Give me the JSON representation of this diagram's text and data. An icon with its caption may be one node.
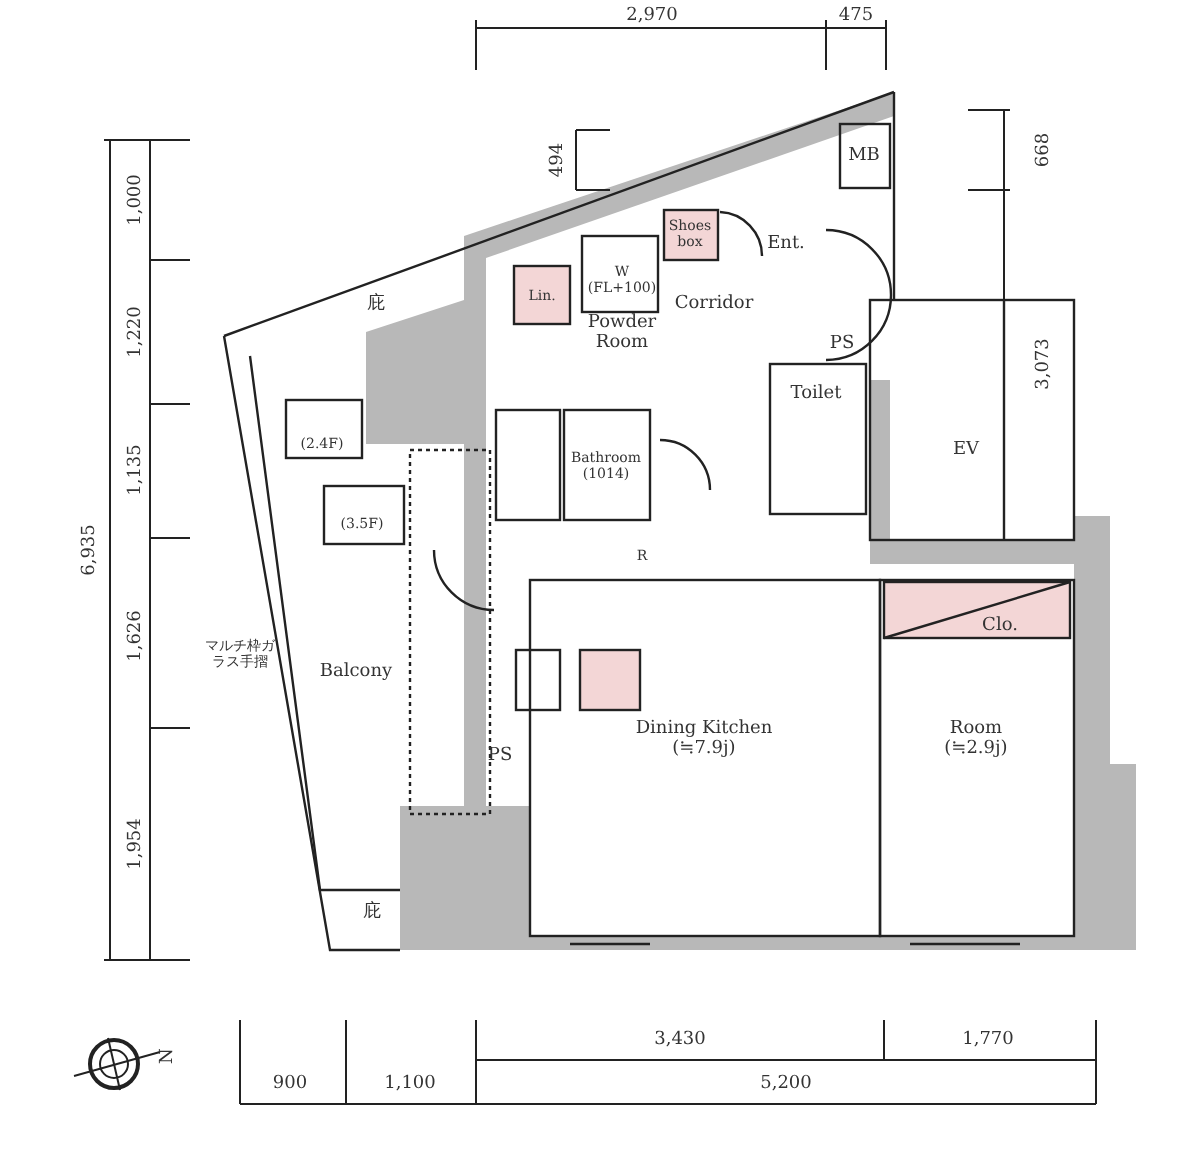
{
  "diagram": {
    "labels": [
      "2,970",
      "475",
      "494",
      "668",
      "3,073",
      "1,000",
      "1,220",
      "1,135",
      "6,935",
      "1,626",
      "1,954",
      "庇",
      "MB",
      "Shoes box",
      "Ent.",
      "Lin.",
      "W (FL+100)",
      "Powder Room",
      "Corridor",
      "PS",
      "Toilet",
      "(2.4F)",
      "EV",
      "Bathroom (1014)",
      "(3.5F)",
      "R",
      "マルチ枠ガラス手摺",
      "Balcony",
      "PS",
      "Dining Kitchen (≒7.9j)",
      "Clo.",
      "Room (≒2.9j)",
      "庇",
      "N",
      "3,430",
      "1,770",
      "900",
      "1,100",
      "5,200"
    ]
  }
}
